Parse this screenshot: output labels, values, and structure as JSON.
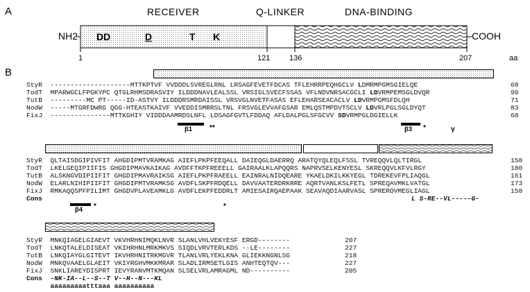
{
  "panel_a": {
    "label": "A",
    "domains": [
      "RECEIVER",
      "Q-LINKER",
      "DNA-BINDING"
    ],
    "nh2": "NH2",
    "cooh": "COOH",
    "residues": {
      "dd": "DD",
      "d": "D",
      "t": "T",
      "k": "K"
    },
    "axis": {
      "start": "1",
      "r1": "121",
      "r2": "136",
      "end": "207",
      "unit": "aa"
    }
  },
  "panel_b": {
    "label": "B",
    "block1": {
      "rows": [
        {
          "name": "StyR",
          "seq": "--------------------MTTKPTVF VVDDDLSVREGLRNL LRSAGFEVETFDCAS TFLEHRRPEQHGCLV ",
          "d": "L",
          "rest": "DMRMPGMSGIELQE",
          "num": "68"
        },
        {
          "name": "TodT",
          "seq": "MPARWGCLFPGKYPC QTGLRHMSDRASVIY ILDDDNAVLEALSSL VRSIGLSVECFSSAS VFLNDVNRSACGCLI ",
          "d": "LD",
          "rest": "VRMPEMSGLDVQR",
          "num": "90"
        },
        {
          "name": "TutB",
          "seq": "---------MC PT-----ID-ASTVY ILDDDRSMRDAISSL VRSVGLNVETFASAS EFLEHARSEACACLV ",
          "d": "LD",
          "rest": "VRMPGMSFDLQH",
          "num": "71"
        },
        {
          "name": "NodW",
          "seq": "-----MTGRFDWRG QGG-HTEASTKAIVF VVEDDISMRRSLTNL FRSVGLEVVAFGSAR EMLQSTMPDVTSCLV ",
          "d": "LD",
          "rest": "VRLPGLSGLDYQT",
          "num": "83"
        },
        {
          "name": "FixJ",
          "seq": "---------------MTTKGHIY VIDDDAAMRDSLNFL LDSAGFGVTLFDDAQ AFLDALPGLSFGCVV ",
          "d": "SD",
          "rest": "VRMPGLDGIELLK",
          "num": "68"
        }
      ],
      "beta1": "β1",
      "beta3": "β3",
      "marks1": "**",
      "star": "*",
      "gamma": "γ"
    },
    "block2": {
      "rows": [
        {
          "name": "StyR",
          "seq": "QLTAISDGIPIVFIT AHGDIPMTVRAMKAG AIEFLPKPFEEQALL DAIEQGLDAERRQ ARATQYQLEQLFSSL TVREQQVLQLTIRGL",
          "num": "158"
        },
        {
          "name": "TodT",
          "seq": "LKELGEQIPIIFIS GHGDIPMAVKAIKAG AVDFFTKPFREEELL GAIRAALKLAPQQRS NAPRVSELKENYESL SKREQQVLKFVLRGY",
          "num": "180"
        },
        {
          "name": "TutB",
          "seq": "ALSKNGVDIPIIFIT GHGDIPMAVRAIKSG AIEFLPKPFRAEELL EAINRALNIDQEARE YKAELDKILKKYEGL TDREKEVFPLIAQGL",
          "num": "161"
        },
        {
          "name": "NodW",
          "seq": "ELARLNIHIPIIFIT GHGDIPMTVRAMKSG AVDFLSKPFRDQELL DAVVAATERDRKRRE AQRTVANLKSLFETL SPREQAVMKLVATGL",
          "num": "173"
        },
        {
          "name": "FixJ",
          "seq": "RMKAQQSPFPILIMT GHGDVPLAVEAMKLG AVDFLEKPFEDDRLT AMIESAIRQAEPAAK SEAVAQDIAARVASL SPREROVMEGLIAGL",
          "num": "158"
        }
      ],
      "cons_name": "Cons",
      "cons_seq": "L S-RE--VL-----G-",
      "beta4": "β4",
      "star": "*"
    },
    "block3": {
      "rows": [
        {
          "name": "StyR",
          "seq": "MNKQIAGELGIAEVT VKVHRHNIMQKLNVR SLANLVHLVEKYESF ERGD--------",
          "num": "207"
        },
        {
          "name": "TodT",
          "seq": "LNKQTALELDISEAT VKIHRHNLMRKMKVS SIQDLVRVTERLKDS --LE--------",
          "num": "227"
        },
        {
          "name": "TutB",
          "seq": "LNKQIAYGLGITEVT IKVHRHNITRKMGVR TLANLVRLYEKLKNA GLIEKKNGNLSG",
          "num": "218"
        },
        {
          "name": "NodW",
          "seq": "MNKQVAAELGLAEIT VKIYRGHVMKKMRAR SLADLIRMSETLGIS ANHTEQTQV---",
          "num": "227"
        },
        {
          "name": "FixJ",
          "seq": "SNKLIAREYDISPRT IEVYRANVMTKMQAN SLSELVRLAMRAGML ND----------",
          "num": "205"
        }
      ],
      "cons_name": "Cons",
      "cons_seq": "-NK-IA--L--S--T V--H--N---KL",
      "helix": "aaaaaaaaatttaaa aaaaaaaaaa"
    }
  }
}
